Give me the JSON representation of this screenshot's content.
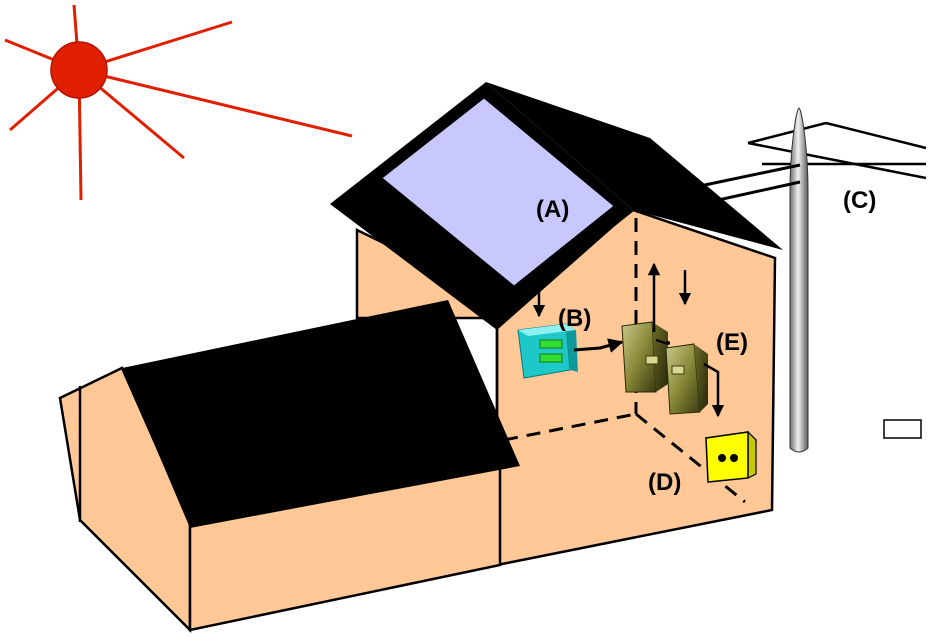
{
  "labels": {
    "a": "(A)",
    "b": "(B)",
    "c": "(C)",
    "d": "(D)",
    "e": "(E)"
  },
  "colors": {
    "sun": "#e01e00",
    "wall": "#ffc896",
    "roof": "#000000",
    "solar_panel": "#c8c8ff",
    "inverter": "#1ec8c8",
    "inverter_stripes": "#32dc32",
    "meter": "#8a8a3a",
    "outlet": "#ffff00",
    "label_text": "#000000"
  },
  "icons": {
    "sun": "sun-icon",
    "solar_panel": "solar-panel-icon",
    "inverter": "inverter-icon",
    "meter": "electricity-meter-icon",
    "outlet": "power-outlet-icon",
    "utility_pole": "utility-pole-icon"
  }
}
